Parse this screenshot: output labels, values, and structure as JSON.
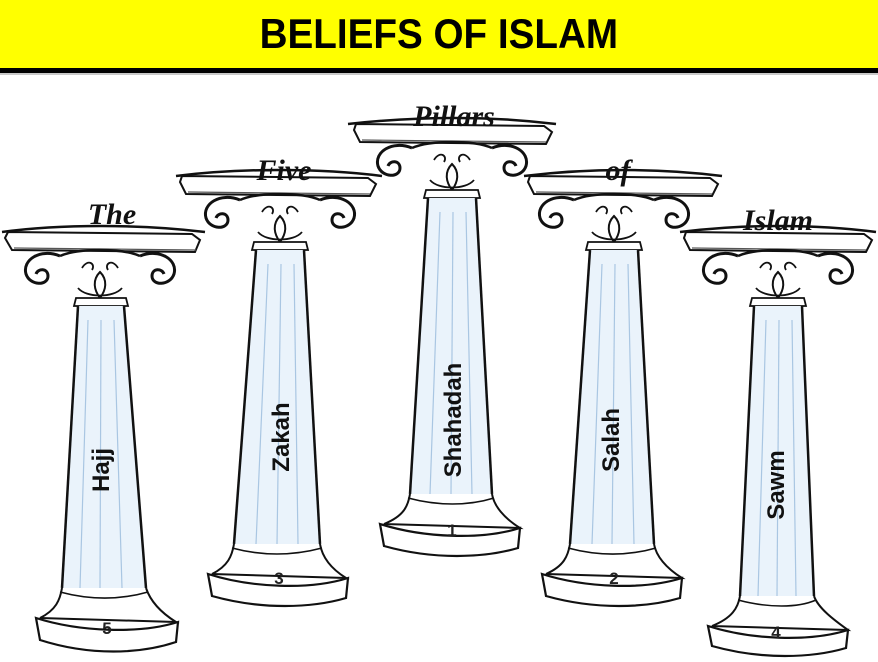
{
  "header": {
    "title": "BELIEFS OF ISLAM",
    "background_color": "#ffff00",
    "rule_color": "#000000"
  },
  "diagram": {
    "caption_words": [
      "The",
      "Five",
      "Pillars",
      "of",
      "Islam"
    ],
    "pillars": [
      {
        "cap_word": "The",
        "label": "Hajj",
        "number": "5"
      },
      {
        "cap_word": "Five",
        "label": "Zakah",
        "number": "3"
      },
      {
        "cap_word": "Pillars",
        "label": "Shahadah",
        "number": "1"
      },
      {
        "cap_word": "of",
        "label": "Salah",
        "number": "2"
      },
      {
        "cap_word": "Islam",
        "label": "Sawm",
        "number": "4"
      }
    ],
    "colors": {
      "outline": "#111111",
      "shaft_fill": "#eaf3fb",
      "flute_line": "#a9c6e2"
    }
  }
}
